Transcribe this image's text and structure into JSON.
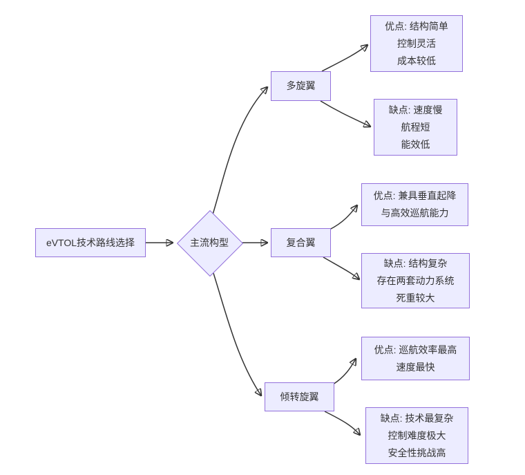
{
  "diagram": {
    "type": "flowchart",
    "direction": "left-to-right",
    "colors": {
      "node_fill": "#ECECFF",
      "node_border": "#9370DB",
      "edge_stroke": "#333333",
      "text": "#333333",
      "background": "#ffffff"
    },
    "nodes": {
      "start": {
        "label": "eVTOL技术路线选择"
      },
      "decision": {
        "label": "主流构型",
        "shape": "diamond"
      },
      "multirotor": {
        "label": "多旋翼"
      },
      "compound": {
        "label": "复合翼"
      },
      "tiltrotor": {
        "label": "倾转旋翼"
      },
      "multirotor_pros": {
        "lines": [
          "优点: 结构简单",
          "控制灵活",
          "成本较低"
        ]
      },
      "multirotor_cons": {
        "lines": [
          "缺点: 速度慢",
          "航程短",
          "能效低"
        ]
      },
      "compound_pros": {
        "lines": [
          "优点: 兼具垂直起降",
          "与高效巡航能力"
        ]
      },
      "compound_cons": {
        "lines": [
          "缺点: 结构复杂",
          "存在两套动力系统",
          "死重较大"
        ]
      },
      "tiltrotor_pros": {
        "lines": [
          "优点: 巡航效率最高",
          "速度最快"
        ]
      },
      "tiltrotor_cons": {
        "lines": [
          "缺点: 技术最复杂",
          "控制难度极大",
          "安全性挑战高"
        ]
      }
    },
    "edges": [
      {
        "from": "start",
        "to": "decision"
      },
      {
        "from": "decision",
        "to": "multirotor"
      },
      {
        "from": "decision",
        "to": "compound"
      },
      {
        "from": "decision",
        "to": "tiltrotor"
      },
      {
        "from": "multirotor",
        "to": "multirotor_pros"
      },
      {
        "from": "multirotor",
        "to": "multirotor_cons"
      },
      {
        "from": "compound",
        "to": "compound_pros"
      },
      {
        "from": "compound",
        "to": "compound_cons"
      },
      {
        "from": "tiltrotor",
        "to": "tiltrotor_pros"
      },
      {
        "from": "tiltrotor",
        "to": "tiltrotor_cons"
      }
    ]
  }
}
